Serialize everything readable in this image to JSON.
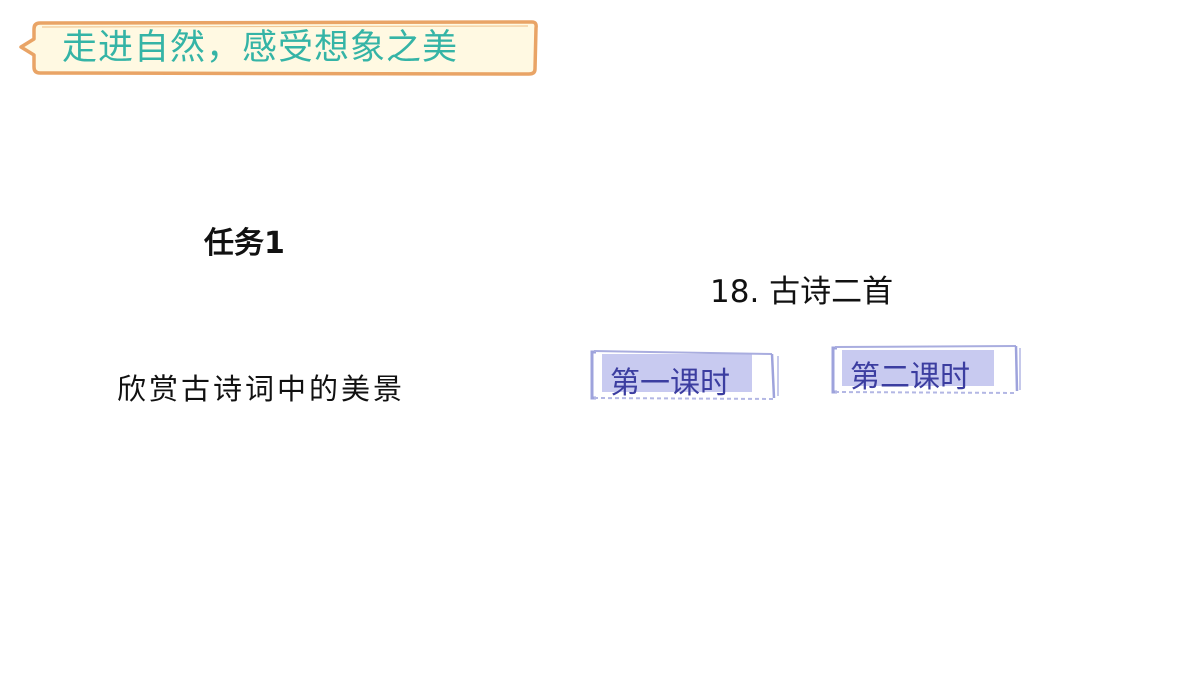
{
  "banner": {
    "title": "走进自然，感受想象之美"
  },
  "task": {
    "label": "任务1",
    "description": "欣赏古诗词中的美景"
  },
  "lesson": {
    "title": "18. 古诗二首",
    "periods": [
      {
        "label": "第一课时"
      },
      {
        "label": "第二课时"
      }
    ]
  },
  "colors": {
    "banner_text": "#35b4a6",
    "banner_fill": "#fff9e2",
    "banner_border": "#e9a466",
    "button_fill": "#c8caf0",
    "button_frame": "#9ea3dc",
    "button_text": "#3b3da0"
  }
}
